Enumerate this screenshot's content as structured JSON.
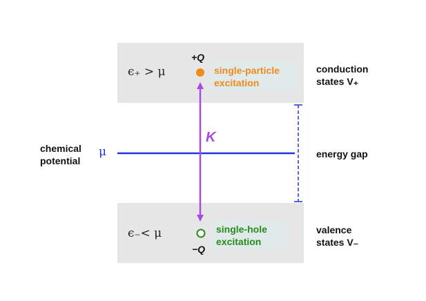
{
  "conduction_band": {
    "energy_condition": "ϵ₊ > μ",
    "charge_label": "+Q",
    "excitation_label_line1": "single-particle",
    "excitation_label_line2": "excitation",
    "side_label_line1": "conduction",
    "side_label_line2": "states V₊"
  },
  "valence_band": {
    "energy_condition": "ϵ₋< μ",
    "charge_label": "−Q",
    "excitation_label_line1": "single-hole",
    "excitation_label_line2": "excitation",
    "side_label_line1": "valence",
    "side_label_line2": "states V₋"
  },
  "chemical_potential": {
    "label_line1": "chemical",
    "label_line2": "potential",
    "symbol": "μ"
  },
  "gap_label": "energy gap",
  "transition_label": "K",
  "colors": {
    "band_fill": "#e6e6e6",
    "chemical_potential_line": "#2233dd",
    "transition_arrow": "#a64ae6",
    "particle": "#f08a1c",
    "hole": "#2a8a1a",
    "gap_marker": "#2233dd"
  }
}
